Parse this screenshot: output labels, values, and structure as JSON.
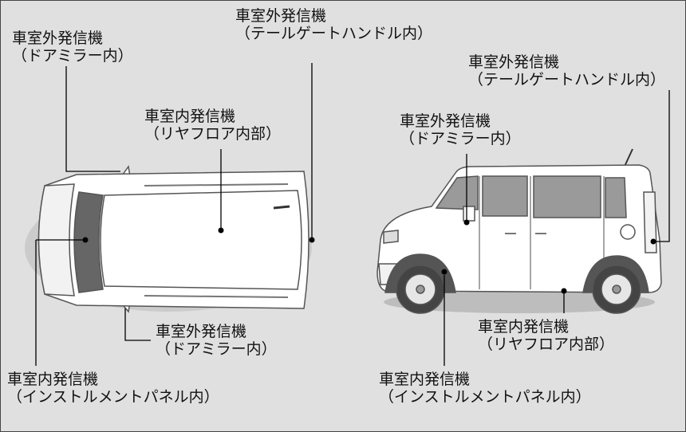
{
  "diagram": {
    "background_color": "#e0e0e0",
    "vehicle_color": "#ffffff",
    "outline_color": "#555555",
    "shadow_color": "#bdbdbd",
    "pointer_color": "#000000",
    "top_view": {
      "mirror_left": {
        "line1": "車室外発信機",
        "line2": "（ドアミラー内）"
      },
      "tailgate": {
        "line1": "車室外発信機",
        "line2": "（テールゲートハンドル内）"
      },
      "rear_floor": {
        "line1": "車室内発信機",
        "line2": "（リヤフロア内部）"
      },
      "mirror_right": {
        "line1": "車室外発信機",
        "line2": "（ドアミラー内）"
      },
      "instrument_panel": {
        "line1": "車室内発信機",
        "line2": "（インストルメントパネル内）"
      }
    },
    "side_view": {
      "tailgate": {
        "line1": "車室外発信機",
        "line2": "（テールゲートハンドル内）"
      },
      "mirror": {
        "line1": "車室外発信機",
        "line2": "（ドアミラー内）"
      },
      "rear_floor": {
        "line1": "車室内発信機",
        "line2": "（リヤフロア内部）"
      },
      "instrument_panel": {
        "line1": "車室内発信機",
        "line2": "（インストルメントパネル内）"
      }
    }
  }
}
